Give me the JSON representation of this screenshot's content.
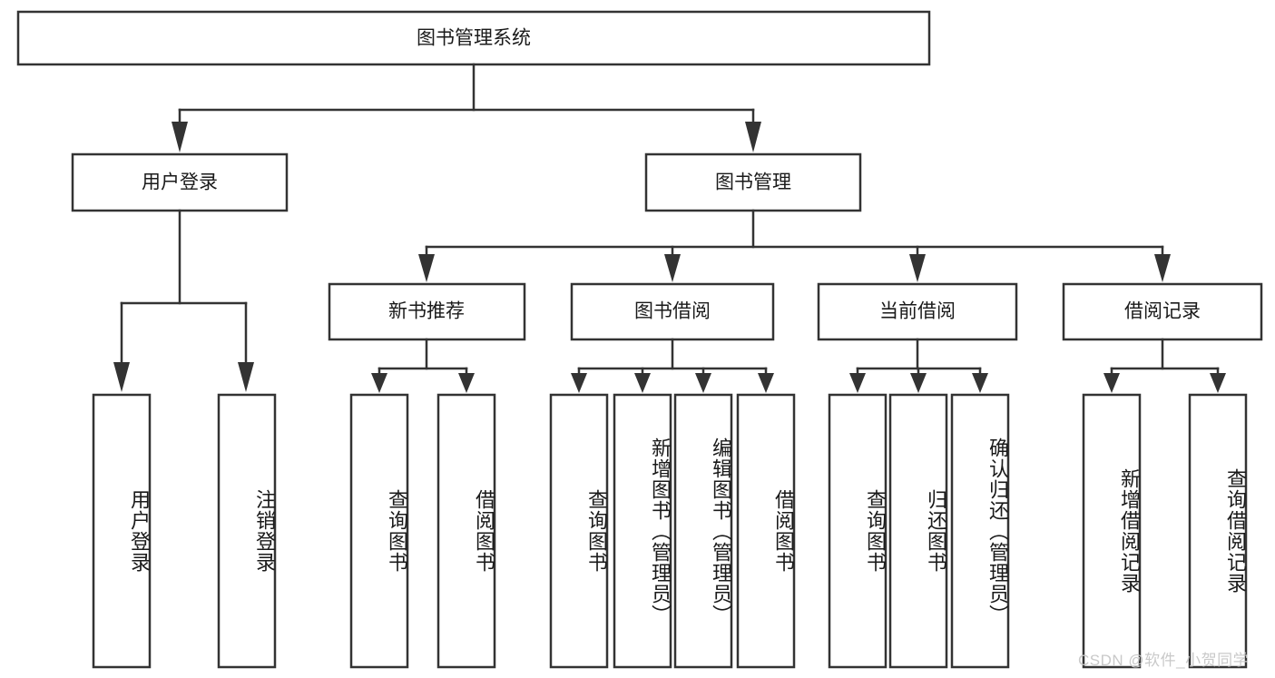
{
  "diagram": {
    "type": "tree",
    "title": "图书管理系统",
    "orientation": "top-down",
    "colors": {
      "background": "#ffffff",
      "box_fill": "#ffffff",
      "box_stroke": "#333333",
      "text": "#1a1a1a",
      "watermark": "#c9c9c9"
    },
    "root": {
      "label": "图书管理系统"
    },
    "level2": [
      {
        "id": "user-login",
        "label": "用户登录"
      },
      {
        "id": "book-manage",
        "label": "图书管理"
      }
    ],
    "level3": [
      {
        "id": "new-book-rec",
        "label": "新书推荐",
        "parent": "book-manage"
      },
      {
        "id": "book-borrow",
        "label": "图书借阅",
        "parent": "book-manage"
      },
      {
        "id": "current-borrow",
        "label": "当前借阅",
        "parent": "book-manage"
      },
      {
        "id": "borrow-record",
        "label": "借阅记录",
        "parent": "book-manage"
      }
    ],
    "leaves": [
      {
        "id": "leaf-user-login",
        "label": "用户登录",
        "parent": "user-login"
      },
      {
        "id": "leaf-logout",
        "label": "注销登录",
        "parent": "user-login"
      },
      {
        "id": "leaf-query-book-1",
        "label": "查询图书",
        "parent": "new-book-rec"
      },
      {
        "id": "leaf-borrow-book-1",
        "label": "借阅图书",
        "parent": "new-book-rec"
      },
      {
        "id": "leaf-query-book-2",
        "label": "查询图书",
        "parent": "book-borrow"
      },
      {
        "id": "leaf-add-book",
        "label": "新增图书（管理员）",
        "parent": "book-borrow"
      },
      {
        "id": "leaf-edit-book",
        "label": "编辑图书（管理员）",
        "parent": "book-borrow"
      },
      {
        "id": "leaf-borrow-book-2",
        "label": "借阅图书",
        "parent": "book-borrow"
      },
      {
        "id": "leaf-query-book-3",
        "label": "查询图书",
        "parent": "current-borrow"
      },
      {
        "id": "leaf-return-book",
        "label": "归还图书",
        "parent": "current-borrow"
      },
      {
        "id": "leaf-confirm-return",
        "label": "确认归还（管理员）",
        "parent": "current-borrow"
      },
      {
        "id": "leaf-add-record",
        "label": "新增借阅记录",
        "parent": "borrow-record"
      },
      {
        "id": "leaf-query-record",
        "label": "查询借阅记录",
        "parent": "borrow-record"
      }
    ],
    "watermark": "CSDN @软件_小贺同学"
  }
}
